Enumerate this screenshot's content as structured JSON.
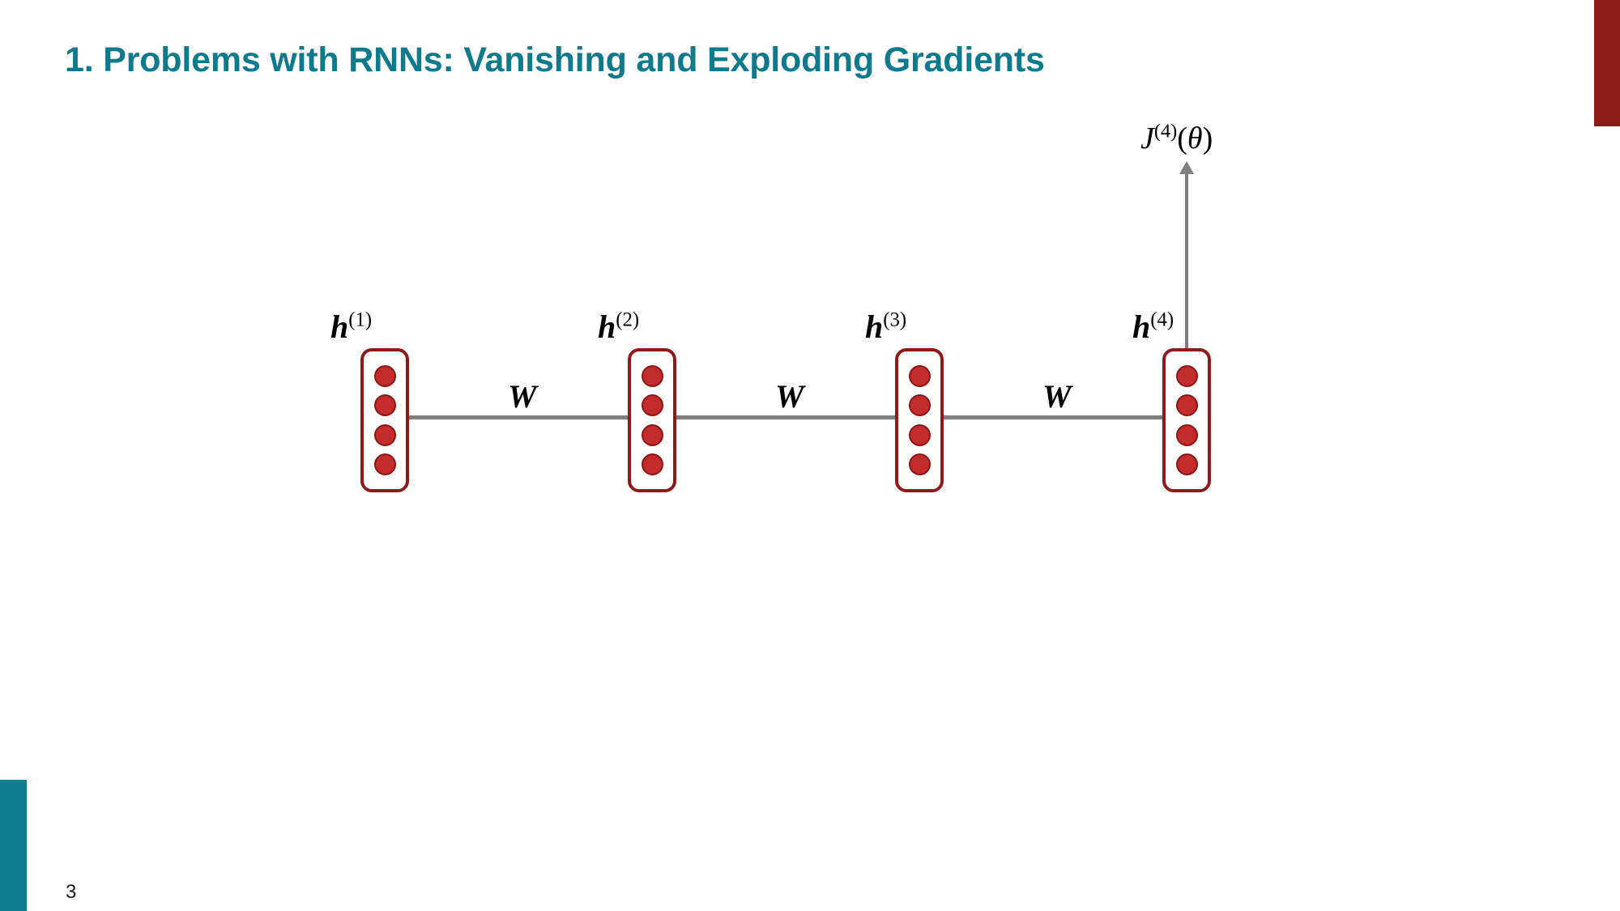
{
  "slide": {
    "title": "1. Problems with RNNs: Vanishing and Exploding Gradients",
    "page_number": "3",
    "title_color": "#0E7A8C",
    "accent_bar_right_color": "#8E1919",
    "accent_bar_left_color": "#0B7E92"
  },
  "diagram": {
    "type": "rnn-unrolled-backprop",
    "neuron_fill_color": "#C42B2B",
    "neuron_border_color": "#8A1717",
    "box_border_color": "#8E1A1A",
    "arrow_color": "#808080",
    "units_per_state": 4,
    "states": [
      {
        "label_base": "h",
        "label_sup": "(1)"
      },
      {
        "label_base": "h",
        "label_sup": "(2)"
      },
      {
        "label_base": "h",
        "label_sup": "(3)"
      },
      {
        "label_base": "h",
        "label_sup": "(4)"
      }
    ],
    "transitions": [
      {
        "label": "W"
      },
      {
        "label": "W"
      },
      {
        "label": "W"
      }
    ],
    "loss": {
      "base": "J",
      "sup": "(4)",
      "open_paren": "(",
      "arg": "θ",
      "close_paren": ")"
    }
  }
}
